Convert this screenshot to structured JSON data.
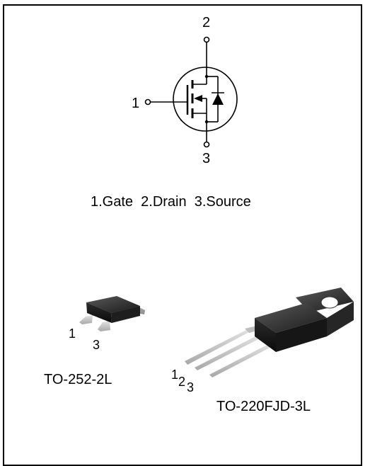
{
  "schematic": {
    "pin_gate": "1",
    "pin_drain": "2",
    "pin_source": "3"
  },
  "pin_legend": "1.Gate  2.Drain  3.Source",
  "packages": {
    "small": {
      "name": "TO-252-2L",
      "pin_left": "1",
      "pin_right": "3"
    },
    "large": {
      "name": "TO-220FJD-3L",
      "pin_1": "1",
      "pin_2": "2",
      "pin_3": "3"
    }
  }
}
